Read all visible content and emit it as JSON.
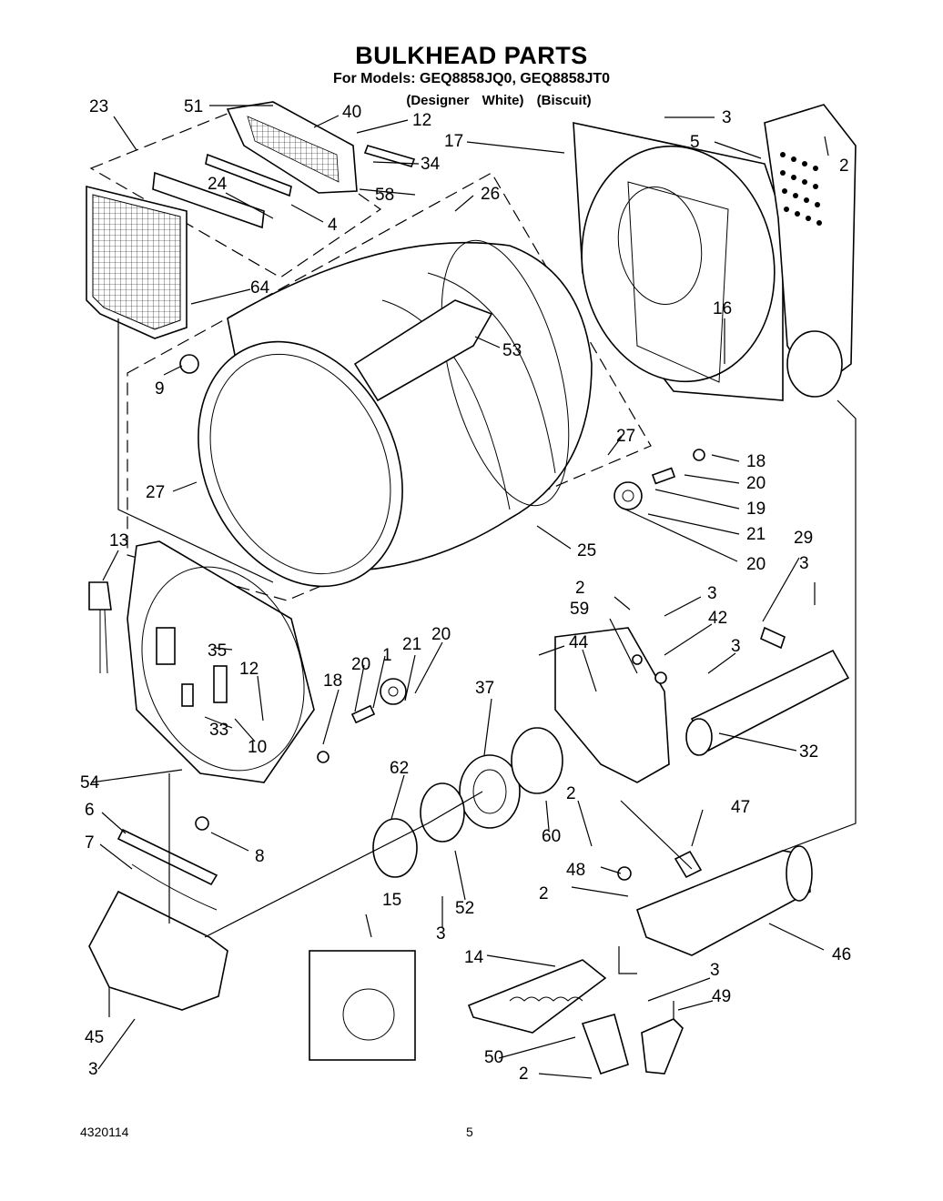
{
  "header": {
    "title": "BULKHEAD PARTS",
    "models": "For Models: GEQ8858JQ0, GEQ8858JT0",
    "colors": "(Designer White)   (Biscuit)"
  },
  "footer": {
    "doc_number": "4320114",
    "page": "5"
  },
  "callouts": [
    "23",
    "51",
    "40",
    "12",
    "17",
    "3",
    "5",
    "2",
    "34",
    "24",
    "58",
    "26",
    "4",
    "64",
    "53",
    "16",
    "9",
    "27",
    "27",
    "18",
    "20",
    "19",
    "21",
    "20",
    "25",
    "13",
    "29",
    "3",
    "2",
    "3",
    "59",
    "42",
    "35",
    "12",
    "20",
    "1",
    "21",
    "20",
    "18",
    "44",
    "3",
    "37",
    "33",
    "10",
    "62",
    "32",
    "54",
    "2",
    "47",
    "6",
    "60",
    "8",
    "7",
    "48",
    "2",
    "15",
    "52",
    "3",
    "46",
    "14",
    "3",
    "49",
    "45",
    "3",
    "50",
    "2"
  ]
}
